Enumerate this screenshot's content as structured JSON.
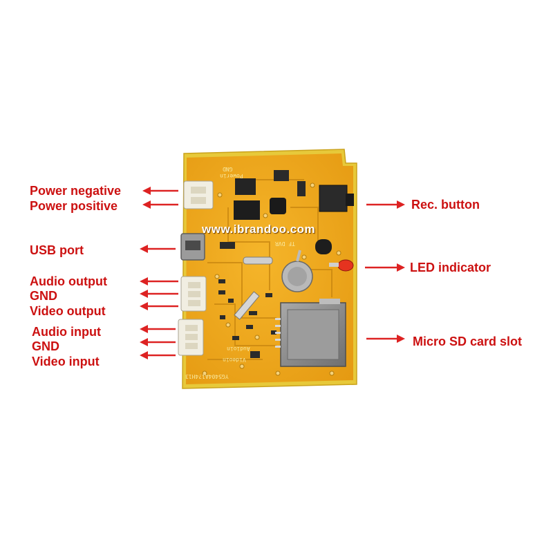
{
  "board": {
    "watermark": "www.ibrandoo.com",
    "silkscreen": {
      "power": "Powerin",
      "gnd": "GND",
      "dvr": "TF DVR",
      "audio": "Audioin",
      "video": "Videoin",
      "code": "YG5404A1?4H13"
    }
  },
  "labels": {
    "power_negative": "Power negative",
    "power_positive": "Power positive",
    "usb_port": "USB port",
    "audio_output": "Audio output",
    "gnd_output": "GND",
    "video_output": "Video output",
    "audio_input": "Audio input",
    "gnd_input": "GND",
    "video_input": "Video input",
    "rec_button": "Rec. button",
    "led_indicator": "LED indicator",
    "micro_sd_slot": "Micro SD card slot"
  },
  "colors": {
    "label_text": "#cc1111",
    "arrow": "#dd2222",
    "pcb": "#f2a81c",
    "pcb_edge": "#e7c93a",
    "connector": "#f1eee2",
    "sd_slot": "#8f8f8f",
    "led": "#e5331f"
  }
}
